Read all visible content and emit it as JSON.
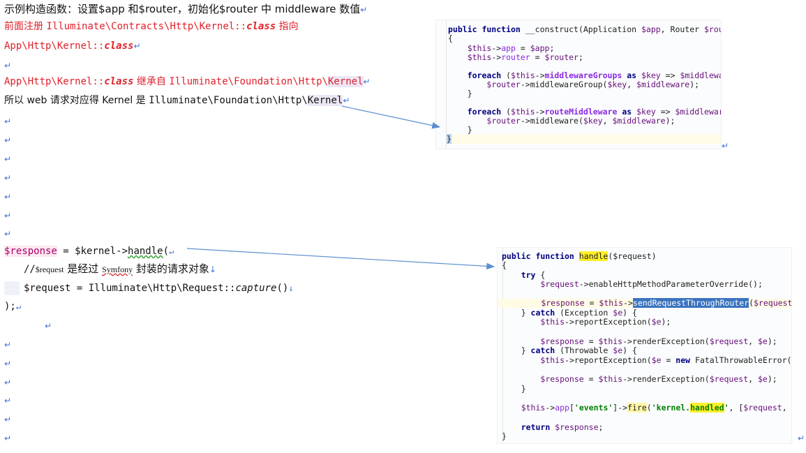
{
  "doc": {
    "line1": "示例构造函数：设置$app 和$router，初始化$router 中 middleware 数值",
    "line2_prefix": "前面注册 ",
    "line2_class": "Illuminate\\Contracts\\Http\\Kernel::",
    "line2_kw": "class",
    "line2_suffix": " 指向",
    "line3_class": "App\\Http\\Kernel::",
    "line3_kw": "class",
    "line4_class": "App\\Http\\Kernel::",
    "line4_kw": "class",
    "line4_mid": " 继承自 ",
    "line4_ns": "Illuminate\\Foundation\\Http\\",
    "line4_hl": "Kernel",
    "line5_prefix": "所以 web 请求对应得 Kernel 是 ",
    "line5_ns": "Illuminate\\Foundation\\Http\\",
    "line5_hl": "Kernel",
    "resp_line_a": "$response",
    "resp_line_b": " = $kernel->",
    "resp_line_c": "handle",
    "resp_line_d": "(",
    "comment_a": "//",
    "comment_b": "$request",
    "comment_c": " 是经过 ",
    "comment_d": "Symfony",
    "comment_e": " 封装的请求对象",
    "req_line": "$request = Illuminate\\Http\\Request::",
    "req_call": "capture",
    "req_tail": "()",
    "close_line": ");",
    "para_mark": "↵",
    "down_mark": "↓"
  },
  "code1": {
    "l0": "public function __construct(Application $app, Router $router)",
    "l1": "{",
    "l2": "    $this->app = $app;",
    "l3": "    $this->router = $router;",
    "l4": "    foreach ($this->middlewareGroups as $key => $middleware) {",
    "l5": "        $router->middlewareGroup($key, $middleware);",
    "l6": "    }",
    "l7": "    foreach ($this->routeMiddleware as $key => $middleware) {",
    "l8": "        $router->middleware($key, $middleware);",
    "l9": "    }",
    "l10": "}"
  },
  "code2": {
    "l0a": "public function ",
    "l0b": "handle",
    "l0c": "($request)",
    "l1": "{",
    "l2": "    try {",
    "l3": "        $request->enableHttpMethodParameterOverride();",
    "l4a": "        $response = $this->",
    "l4b": "sendRequestThroughRouter",
    "l4c": "($request);",
    "l5": "    } catch (Exception $e) {",
    "l6": "        $this->reportException($e);",
    "l7": "        $response = $this->renderException($request, $e);",
    "l8": "    } catch (Throwable $e) {",
    "l9": "        $this->reportException($e = new FatalThrowableError($e));",
    "l10": "        $response = $this->renderException($request, $e);",
    "l11": "    }",
    "l12a": "    $this->app['events']->",
    "l12b": "fire",
    "l12c": "('kernel.",
    "l12d": "handled",
    "l12e": "', [$request, $resp",
    "l13": "    return $response;",
    "l14": "}"
  },
  "colors": {
    "arrow": "#5b8fd0",
    "red_text": "#e0202a",
    "para_mark": "#3b6fd6"
  }
}
